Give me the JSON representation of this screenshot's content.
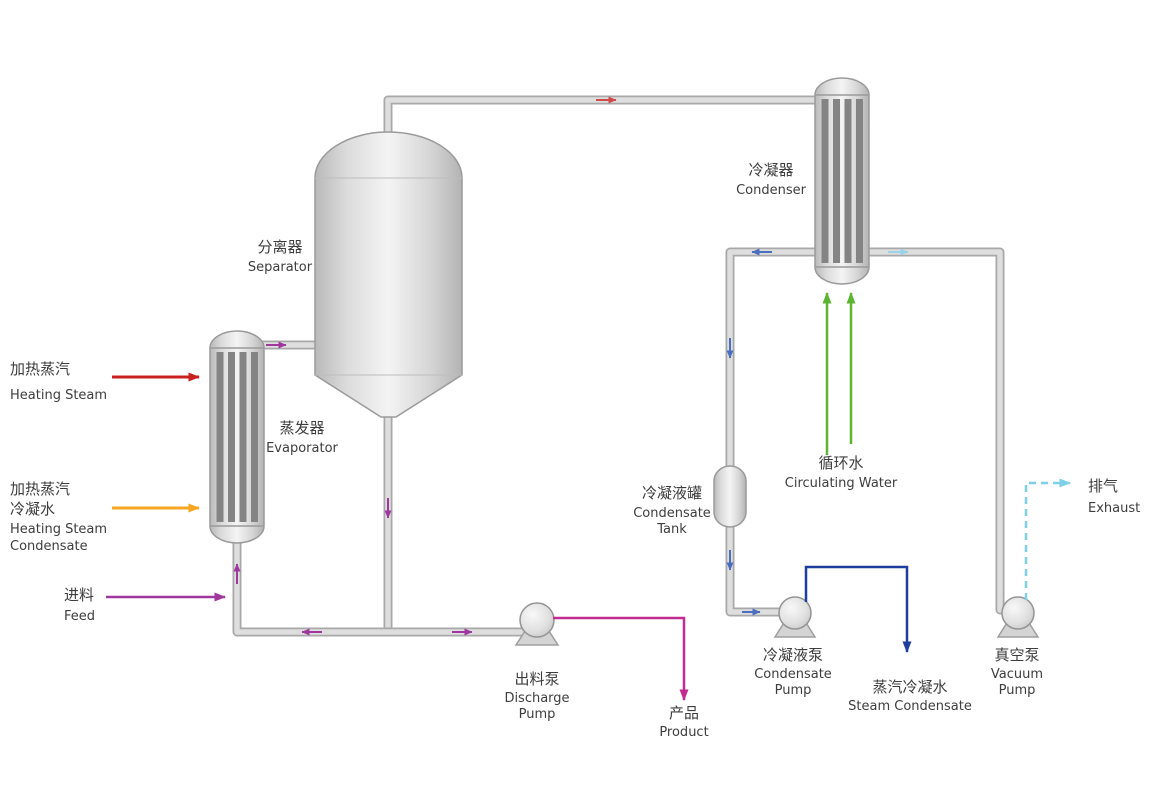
{
  "diagram": {
    "equipment": {
      "separator": {
        "zh": "分离器",
        "en": "Separator"
      },
      "evaporator": {
        "zh": "蒸发器",
        "en": "Evaporator"
      },
      "condenser": {
        "zh": "冷凝器",
        "en": "Condenser"
      },
      "condensate_tank": {
        "zh": "冷凝液罐",
        "en_line1": "Condensate",
        "en_line2": "Tank"
      },
      "discharge_pump": {
        "zh": "出料泵",
        "en_line1": "Discharge",
        "en_line2": "Pump"
      },
      "condensate_pump": {
        "zh": "冷凝液泵",
        "en_line1": "Condensate",
        "en_line2": "Pump"
      },
      "vacuum_pump": {
        "zh": "真空泵",
        "en_line1": "Vacuum",
        "en_line2": "Pump"
      }
    },
    "streams": {
      "heating_steam": {
        "zh": "加热蒸汽",
        "en": "Heating Steam",
        "color": "#c9201d"
      },
      "heating_steam_condensate": {
        "zh_line1": "加热蒸汽",
        "zh_line2": "冷凝水",
        "en_line1": "Heating Steam",
        "en_line2": "Condensate",
        "color": "#f5a623"
      },
      "feed": {
        "zh": "进料",
        "en": "Feed",
        "color": "#a0379f"
      },
      "product": {
        "zh": "产品",
        "en": "Product",
        "color": "#c22b8f"
      },
      "circulating_water": {
        "zh": "循环水",
        "en": "Circulating Water",
        "color": "#5cb531"
      },
      "steam_condensate": {
        "zh": "蒸汽冷凝水",
        "en": "Steam Condensate",
        "color": "#1e3f9e"
      },
      "exhaust": {
        "zh": "排气",
        "en": "Exhaust",
        "color": "#7ed0e6"
      }
    },
    "colors": {
      "background": "#ffffff",
      "pipe_fill": "#dedede",
      "pipe_outline": "#a8a8a8",
      "vessel_outline": "#9a9a9a",
      "label_text": "#3d3d3d",
      "flow_arrow_vapor": "#d04a4a",
      "flow_arrow_liquor": "#a0379f",
      "flow_arrow_condensate": "#4a6fc0",
      "flow_arrow_vacuum": "#9bd2ea"
    }
  }
}
